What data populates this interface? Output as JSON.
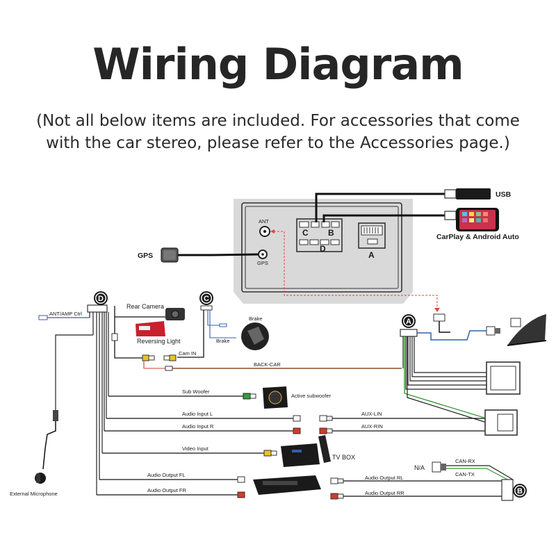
{
  "header": {
    "title": "Wiring Diagram",
    "subtitle_line1": "(Not all below items are included. For accessories that come",
    "subtitle_line2": "with the car stereo, please refer to the Accessories page.)"
  },
  "stereo": {
    "ant": "ANT",
    "gps_port": "GPS",
    "port_a": "A",
    "port_b": "B",
    "port_c": "C",
    "port_d": "D"
  },
  "devices": {
    "usb": "USB",
    "carplay": "CarPlay & Android Auto",
    "gps": "GPS",
    "rear_camera": "Rear Camera",
    "reversing_light": "Reversing Light",
    "brake_device": "Brake",
    "active_subwoofer": "Active subwoofer",
    "tv_box": "TV BOX",
    "external_microphone": "External Microphone",
    "na": "N/A"
  },
  "connectors": {
    "d": "D",
    "c": "C",
    "a": "A",
    "b": "B"
  },
  "wires": {
    "ant_amp_ctrl": "ANT/AMP Ctrl",
    "cam_in": "Cam IN",
    "brake": "Brake",
    "back_car": "BACK-CAR",
    "sub_woofer": "Sub Woofer",
    "audio_input_l": "Audio Input L",
    "audio_input_r": "Audio Input R",
    "aux_lin": "AUX-LIN",
    "aux_rin": "AUX-RIN",
    "video_input": "Video Input",
    "audio_output_fl": "Audio Output FL",
    "audio_output_fr": "Audio Output FR",
    "audio_output_rl": "Audio Output RL",
    "audio_output_rr": "Audio Output RR",
    "can_rx": "CAN-RX",
    "can_tx": "CAN-TX"
  },
  "colors": {
    "wire": "#222222",
    "back_car_wire": "#8a4a2a",
    "blue_wire": "#2f5fb0",
    "green_wire": "#3a9a3a",
    "rca_yellow": "#e8c22a",
    "rca_red": "#d23a2a",
    "rca_white": "#f2f2f2",
    "panel": "#d9d9d9",
    "dashed": "#e0453a"
  }
}
